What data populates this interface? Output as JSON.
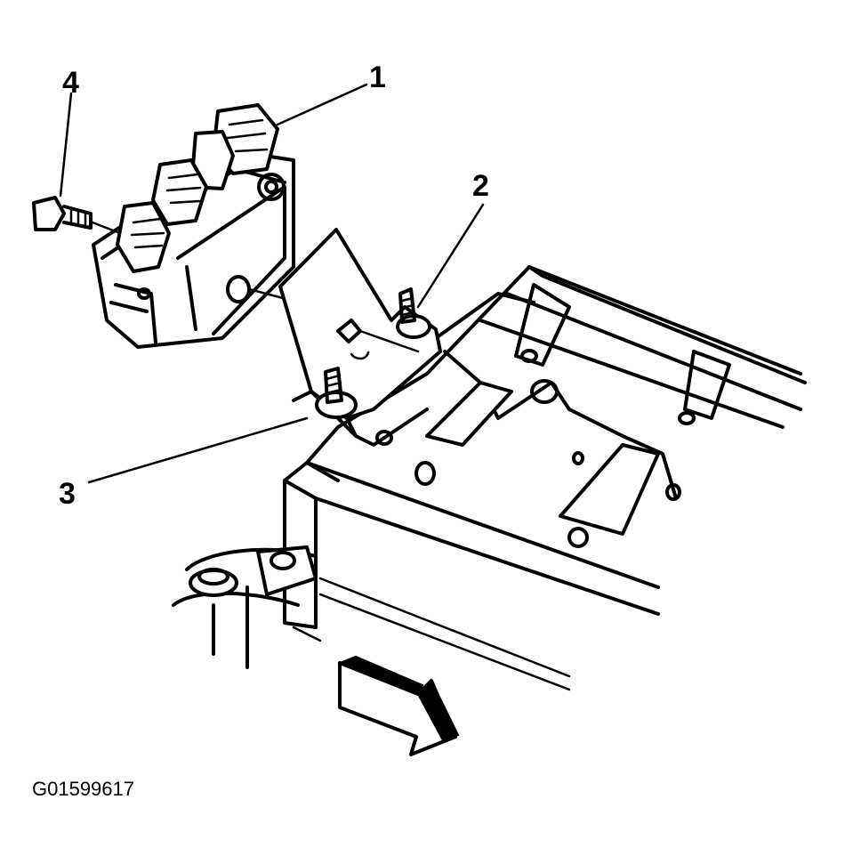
{
  "callouts": [
    {
      "id": "1",
      "label": "1"
    },
    {
      "id": "2",
      "label": "2"
    },
    {
      "id": "3",
      "label": "3"
    },
    {
      "id": "4",
      "label": "4"
    }
  ],
  "figure_id": "G01599617"
}
